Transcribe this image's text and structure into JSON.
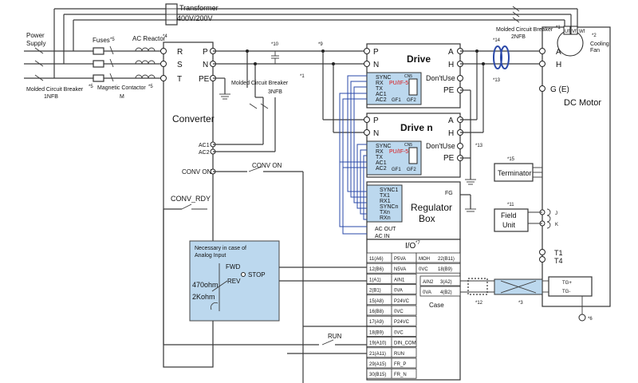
{
  "labels": {
    "transformer": "Transformer",
    "transformer_v": "400V/200V",
    "power_supply_1": "Power",
    "power_supply_2": "Supply",
    "fuses": "Fuses",
    "fuses_note": "*5",
    "ac_reactor": "AC Reactor",
    "ac_reactor_note": "*4",
    "mccb1_1": "Molded Circuit Breaker",
    "mccb1_note": "*5",
    "mccb1_2": "1NFB",
    "mc_1": "Magnetic Contactor",
    "mc_note": "*5",
    "mc_2": "M",
    "mccb2_1": "Molded Circuit Breaker",
    "mccb2_note": "*1",
    "mccb2_2": "2NFB",
    "mccb3_1": "Molded Circuit Breaker",
    "mccb3_note": "*1",
    "mccb3_2": "3NFB",
    "n10": "*10",
    "n9": "*9",
    "n14": "*14",
    "n13a": "*13",
    "n13b": "*13",
    "n2": "*2",
    "n15": "*15",
    "n11": "*11",
    "n12": "*12",
    "n3": "*3",
    "n6": "*6",
    "n7": "*7",
    "converter": "Converter",
    "drive": "Drive",
    "drive_n": "Drive n",
    "regulator_1": "Regulator",
    "regulator_2": "Box",
    "io": "I/O",
    "dc_motor": "DC Motor",
    "cooling_1": "Cooling",
    "cooling_2": "Fan",
    "terminator": "Terminator",
    "field_1": "Field",
    "field_2": "Unit",
    "analog_1": "Necessary in case of",
    "analog_2": "Analog Input",
    "fwd": "FWD",
    "rev": "REV",
    "stop": "STOP",
    "r470": "470ohm",
    "r2k": "2Kohm",
    "run": "RUN",
    "conv_on_label": "CONV ON",
    "case": "Case"
  },
  "converter_terms": {
    "P": "P",
    "N": "N",
    "PE": "PE",
    "R": "R",
    "S": "S",
    "T": "T",
    "AC1": "AC1",
    "AC2": "AC2",
    "CONV_ON": "CONV ON",
    "CONV_RDY": "CONV_RDY"
  },
  "drive_terms": {
    "P": "P",
    "N": "N",
    "A": "A",
    "H": "H",
    "dontuse": "Don'tUse",
    "PE": "PE",
    "sync": "SYNC",
    "rx": "RX",
    "tx": "TX",
    "ac1": "AC1",
    "ac2": "AC2",
    "cn5": "CN5",
    "gf1": "GF1",
    "gf2": "GF2",
    "pu": "PU/IF-5"
  },
  "motor_terms": {
    "A": "A",
    "H": "H",
    "GE": "G (E)",
    "U": "U",
    "V": "V",
    "W": "W",
    "T1": "T1",
    "T4": "T4",
    "J": "J",
    "K": "K",
    "uf": "Uf",
    "vf": "Vf",
    "wf": "Wf"
  },
  "regulator_terms": {
    "sync1": "SYNC1",
    "tx1": "TX1",
    "rx1": "RX1",
    "syncn": "SYNCn",
    "txn": "TXn",
    "rxn": "RXn",
    "fg": "FG",
    "ac_out": "AC OUT",
    "ac_in": "AC IN"
  },
  "io_rows": [
    {
      "pin": "11(A6)",
      "sig": "P5VA"
    },
    {
      "pin": "12(B6)",
      "sig": "N5VA"
    },
    {
      "pin": "1(A1)",
      "sig": "AIN1"
    },
    {
      "pin": "2(B1)",
      "sig": "0VA"
    },
    {
      "pin": "15(A8)",
      "sig": "P24VC"
    },
    {
      "pin": "16(B8)",
      "sig": "0VC"
    },
    {
      "pin": "17(A9)",
      "sig": "P24VC"
    },
    {
      "pin": "18(B9)",
      "sig": "0VC"
    },
    {
      "pin": "19(A10)",
      "sig": "DIN_COM"
    },
    {
      "pin": "21(A11)",
      "sig": "RUN"
    },
    {
      "pin": "29(A15)",
      "sig": "FR_P"
    },
    {
      "pin": "30(B15)",
      "sig": "FR_N"
    }
  ],
  "io_right": [
    {
      "sig": "MOH",
      "pin": "22(B11)"
    },
    {
      "sig": "0VC",
      "pin": "18(B9)"
    }
  ],
  "io_enc": [
    {
      "sig": "AIN2",
      "pin": "3(A2)"
    },
    {
      "sig": "0VA",
      "pin": "4(B2)"
    }
  ],
  "tg": {
    "plus": "TG+",
    "minus": "TG-"
  }
}
